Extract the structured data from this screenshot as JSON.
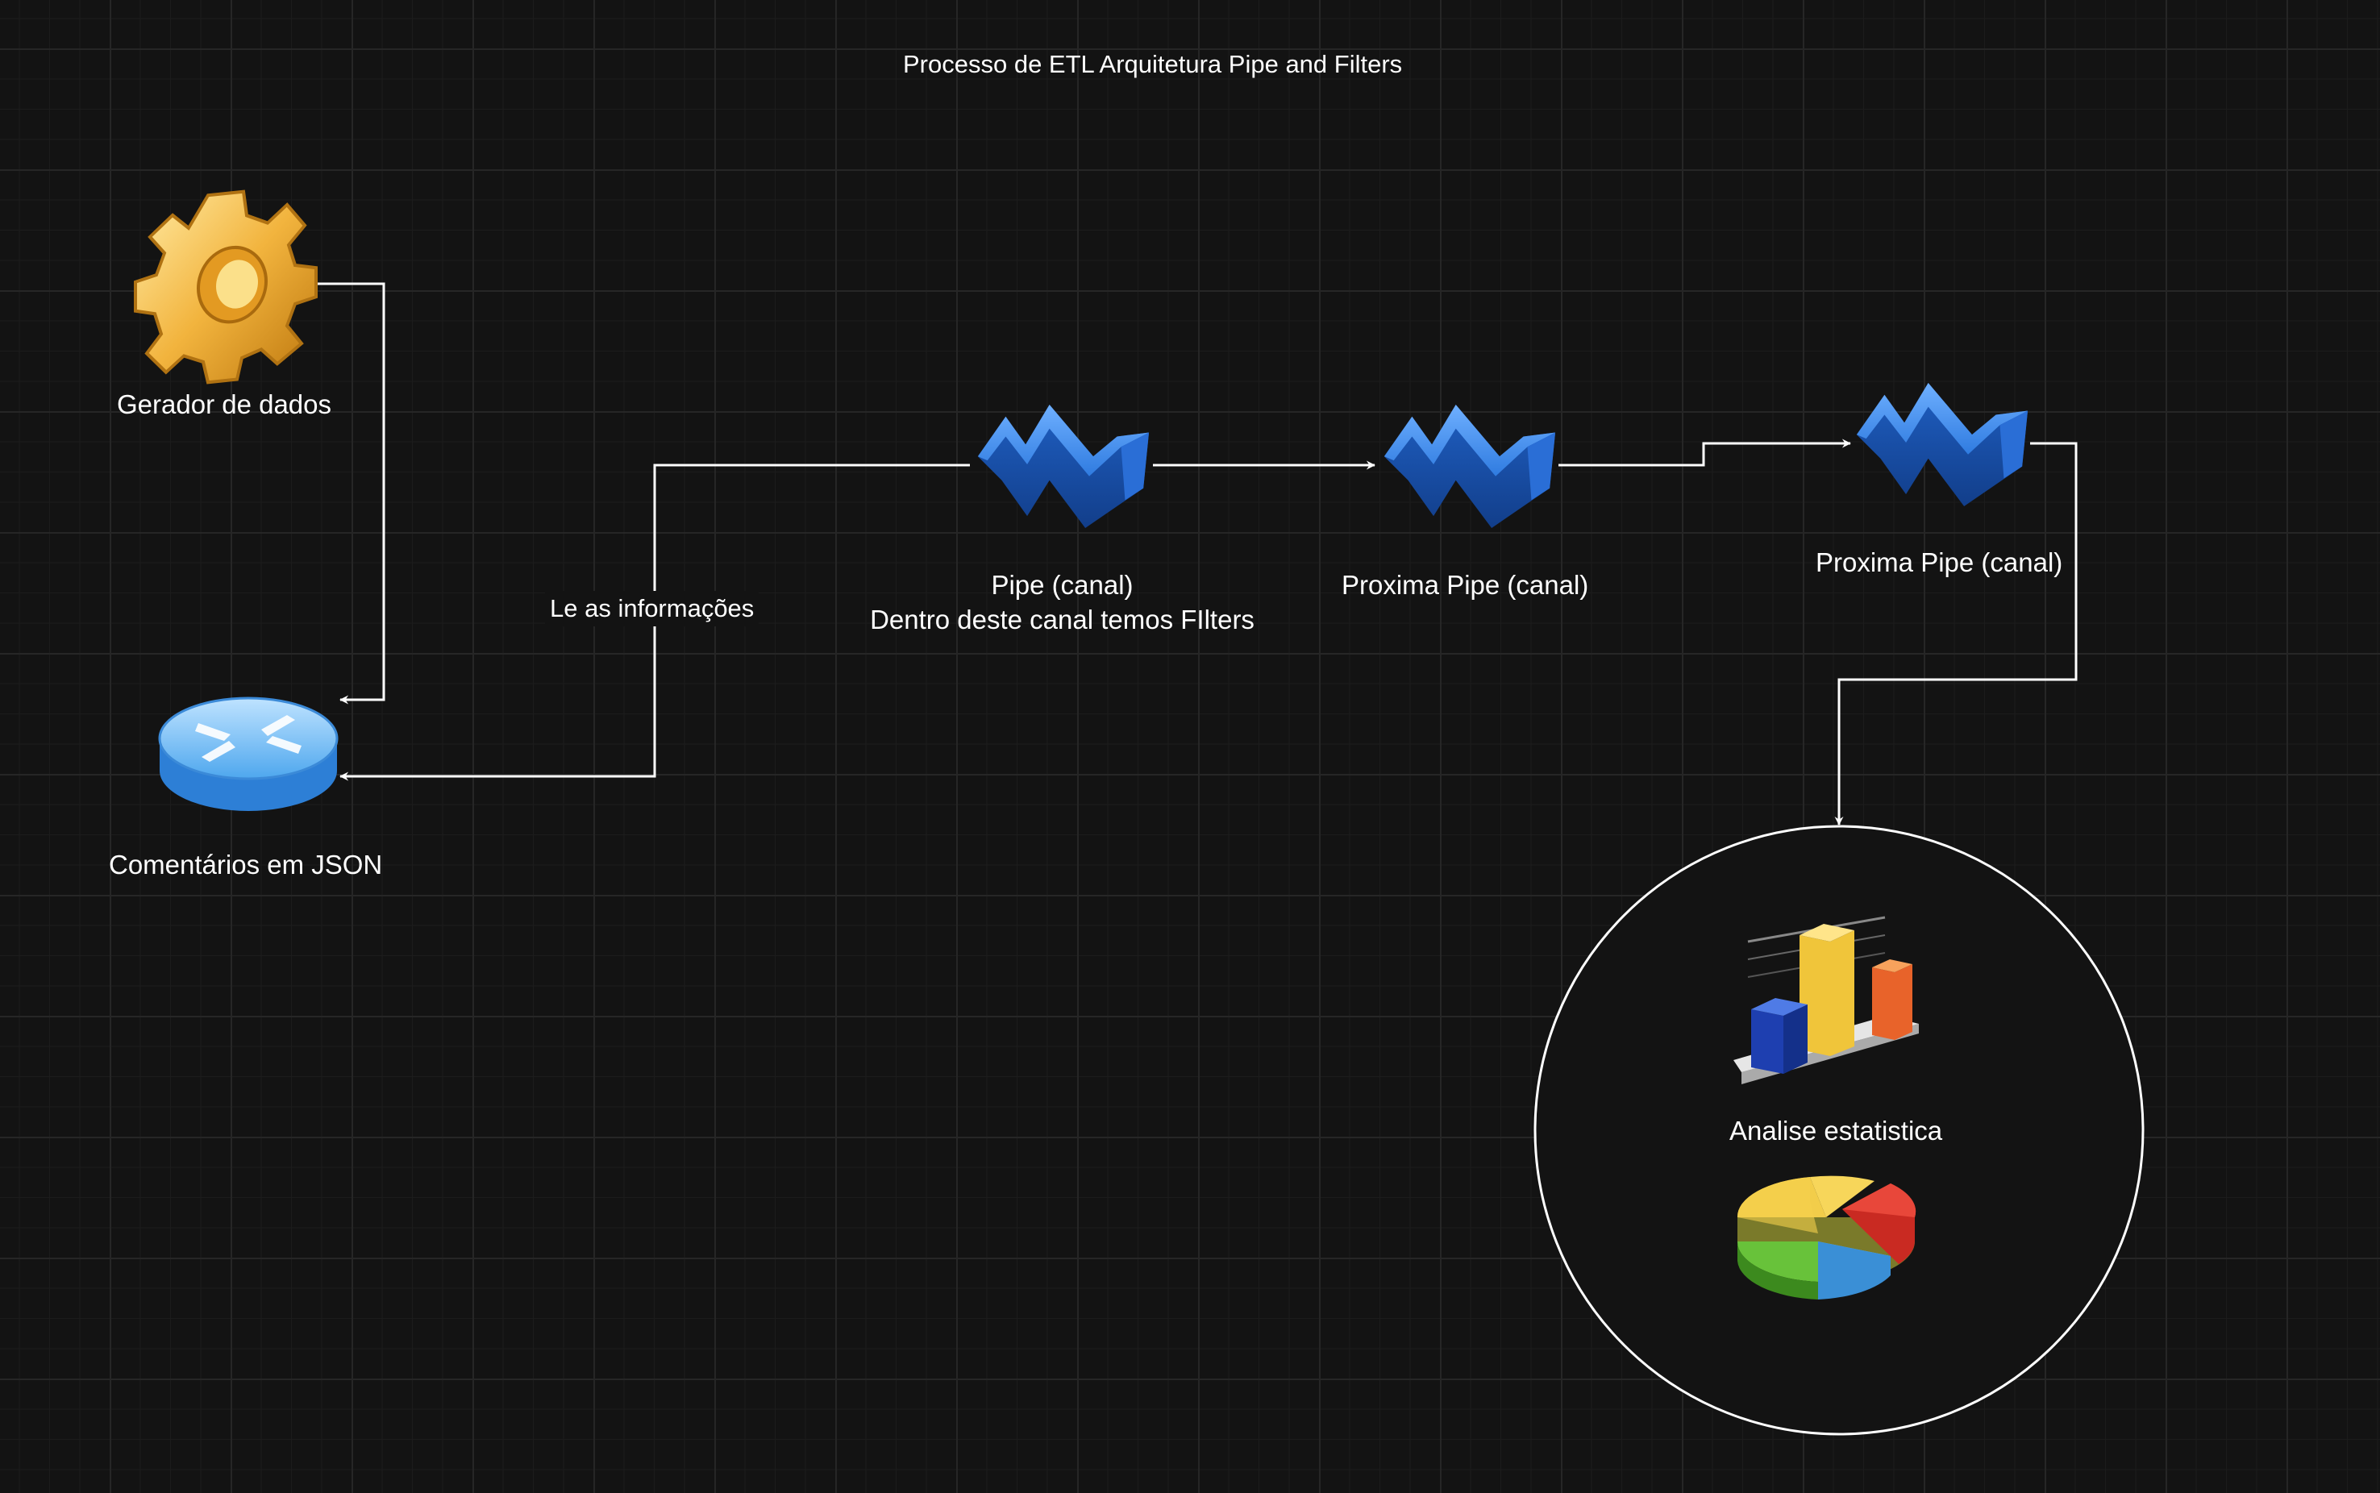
{
  "diagram": {
    "title": "Processo de ETL Arquitetura Pipe and Filters",
    "colors": {
      "background": "#131313",
      "line": "#ffffff",
      "text": "#ffffff",
      "pipe_blue": "#2f7be0",
      "gear_gold": "#f2b43e"
    },
    "nodes": {
      "gerador": {
        "label": "Gerador de dados",
        "icon": "gear-icon"
      },
      "json": {
        "label": "Comentários em JSON",
        "icon": "router-disk-icon"
      },
      "pipe1": {
        "label_line1": "Pipe (canal)",
        "label_line2": "Dentro deste canal temos FIlters",
        "icon": "pipe-arrow-icon"
      },
      "pipe2": {
        "label": "Proxima Pipe (canal)",
        "icon": "pipe-arrow-icon"
      },
      "pipe3": {
        "label": "Proxima Pipe (canal)",
        "icon": "pipe-arrow-icon"
      },
      "analise": {
        "label": "Analise estatistica",
        "icons": [
          "bar-chart-3d-icon",
          "pie-chart-3d-icon"
        ]
      }
    },
    "edges": {
      "le_info_label": "Le as informações"
    }
  }
}
